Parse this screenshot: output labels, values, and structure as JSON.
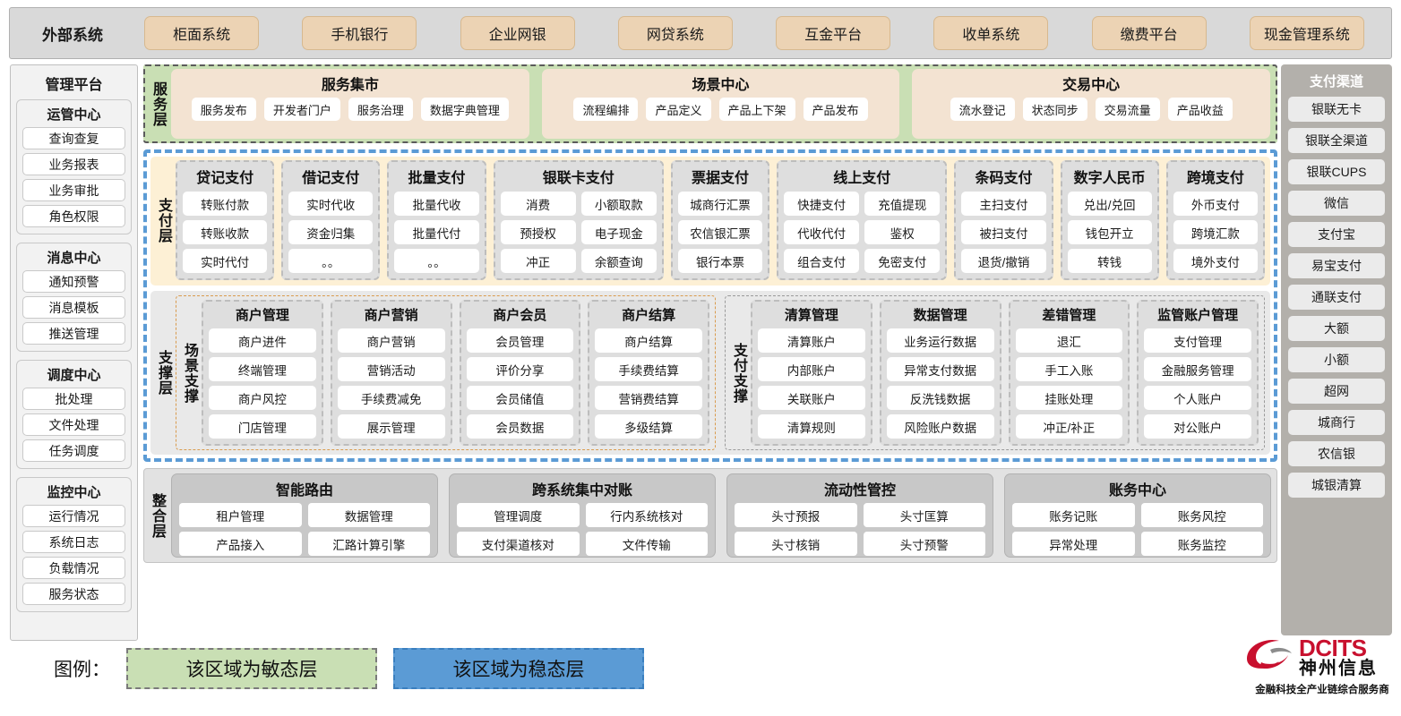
{
  "external": {
    "title": "外部系统",
    "items": [
      "柜面系统",
      "手机银行",
      "企业网银",
      "网贷系统",
      "互金平台",
      "收单系统",
      "缴费平台",
      "现金管理系统"
    ]
  },
  "management": {
    "title": "管理平台",
    "groups": [
      {
        "title": "运管中心",
        "items": [
          "查询查复",
          "业务报表",
          "业务审批",
          "角色权限"
        ]
      },
      {
        "title": "消息中心",
        "items": [
          "通知预警",
          "消息模板",
          "推送管理"
        ]
      },
      {
        "title": "调度中心",
        "items": [
          "批处理",
          "文件处理",
          "任务调度"
        ]
      },
      {
        "title": "监控中心",
        "items": [
          "运行情况",
          "系统日志",
          "负载情况",
          "服务状态"
        ]
      }
    ]
  },
  "channels": {
    "title": "支付渠道",
    "items": [
      "银联无卡",
      "银联全渠道",
      "银联CUPS",
      "微信",
      "支付宝",
      "易宝支付",
      "通联支付",
      "大额",
      "小额",
      "超网",
      "城商行",
      "农信银",
      "城银清算"
    ]
  },
  "service_layer": {
    "label": "服务层",
    "cards": [
      {
        "title": "服务集市",
        "items": [
          "服务发布",
          "开发者门户",
          "服务治理",
          "数据字典管理"
        ]
      },
      {
        "title": "场景中心",
        "items": [
          "流程编排",
          "产品定义",
          "产品上下架",
          "产品发布"
        ]
      },
      {
        "title": "交易中心",
        "items": [
          "流水登记",
          "状态同步",
          "交易流量",
          "产品收益"
        ]
      }
    ]
  },
  "payment_layer": {
    "label": "支付层",
    "groups": [
      {
        "title": "贷记支付",
        "cols": 1,
        "rows": [
          [
            "转账付款"
          ],
          [
            "转账收款"
          ],
          [
            "实时代付"
          ]
        ]
      },
      {
        "title": "借记支付",
        "cols": 1,
        "rows": [
          [
            "实时代收"
          ],
          [
            "资金归集"
          ],
          [
            "。。"
          ]
        ]
      },
      {
        "title": "批量支付",
        "cols": 1,
        "rows": [
          [
            "批量代收"
          ],
          [
            "批量代付"
          ],
          [
            "。。"
          ]
        ]
      },
      {
        "title": "银联卡支付",
        "cols": 2,
        "rows": [
          [
            "消费",
            "小额取款"
          ],
          [
            "预授权",
            "电子现金"
          ],
          [
            "冲正",
            "余额查询"
          ]
        ]
      },
      {
        "title": "票据支付",
        "cols": 1,
        "rows": [
          [
            "城商行汇票"
          ],
          [
            "农信银汇票"
          ],
          [
            "银行本票"
          ]
        ]
      },
      {
        "title": "线上支付",
        "cols": 2,
        "rows": [
          [
            "快捷支付",
            "充值提现"
          ],
          [
            "代收代付",
            "鉴权"
          ],
          [
            "组合支付",
            "免密支付"
          ]
        ]
      },
      {
        "title": "条码支付",
        "cols": 1,
        "rows": [
          [
            "主扫支付"
          ],
          [
            "被扫支付"
          ],
          [
            "退货/撤销"
          ]
        ]
      },
      {
        "title": "数字人民币",
        "cols": 1,
        "rows": [
          [
            "兑出/兑回"
          ],
          [
            "钱包开立"
          ],
          [
            "转钱"
          ]
        ]
      },
      {
        "title": "跨境支付",
        "cols": 1,
        "rows": [
          [
            "外币支付"
          ],
          [
            "跨境汇款"
          ],
          [
            "境外支付"
          ]
        ]
      }
    ]
  },
  "support_layer": {
    "label": "支撑层",
    "halves": [
      {
        "label": "场景支撑",
        "columns": [
          {
            "title": "商户管理",
            "items": [
              "商户进件",
              "终端管理",
              "商户风控",
              "门店管理"
            ]
          },
          {
            "title": "商户营销",
            "items": [
              "商户营销",
              "营销活动",
              "手续费减免",
              "展示管理"
            ]
          },
          {
            "title": "商户会员",
            "items": [
              "会员管理",
              "评价分享",
              "会员储值",
              "会员数据"
            ]
          },
          {
            "title": "商户结算",
            "items": [
              "商户结算",
              "手续费结算",
              "营销费结算",
              "多级结算"
            ]
          }
        ]
      },
      {
        "label": "支付支撑",
        "columns": [
          {
            "title": "清算管理",
            "items": [
              "清算账户",
              "内部账户",
              "关联账户",
              "清算规则"
            ]
          },
          {
            "title": "数据管理",
            "items": [
              "业务运行数据",
              "异常支付数据",
              "反洗钱数据",
              "风险账户数据"
            ]
          },
          {
            "title": "差错管理",
            "items": [
              "退汇",
              "手工入账",
              "挂账处理",
              "冲正/补正"
            ]
          },
          {
            "title": "监管账户管理",
            "items": [
              "支付管理",
              "金融服务管理",
              "个人账户",
              "对公账户"
            ]
          }
        ]
      }
    ]
  },
  "integration_layer": {
    "label": "整合层",
    "cards": [
      {
        "title": "智能路由",
        "rows": [
          [
            "租户管理",
            "数据管理"
          ],
          [
            "产品接入",
            "汇路计算引擎"
          ]
        ]
      },
      {
        "title": "跨系统集中对账",
        "rows": [
          [
            "管理调度",
            "行内系统核对"
          ],
          [
            "支付渠道核对",
            "文件传输"
          ]
        ]
      },
      {
        "title": "流动性管控",
        "rows": [
          [
            "头寸预报",
            "头寸匡算"
          ],
          [
            "头寸核销",
            "头寸预警"
          ]
        ]
      },
      {
        "title": "账务中心",
        "rows": [
          [
            "账务记账",
            "账务风控"
          ],
          [
            "异常处理",
            "账务监控"
          ]
        ]
      }
    ]
  },
  "legend": {
    "label": "图例：",
    "agile": "该区域为敏态层",
    "stable": "该区域为稳态层",
    "agile_color": "#c9dfb4",
    "stable_color": "#5b9bd5"
  },
  "logo": {
    "en": "DCITS",
    "cn": "神州信息",
    "tagline": "金融科技全产业链综合服务商",
    "brand_color": "#c8102e"
  }
}
